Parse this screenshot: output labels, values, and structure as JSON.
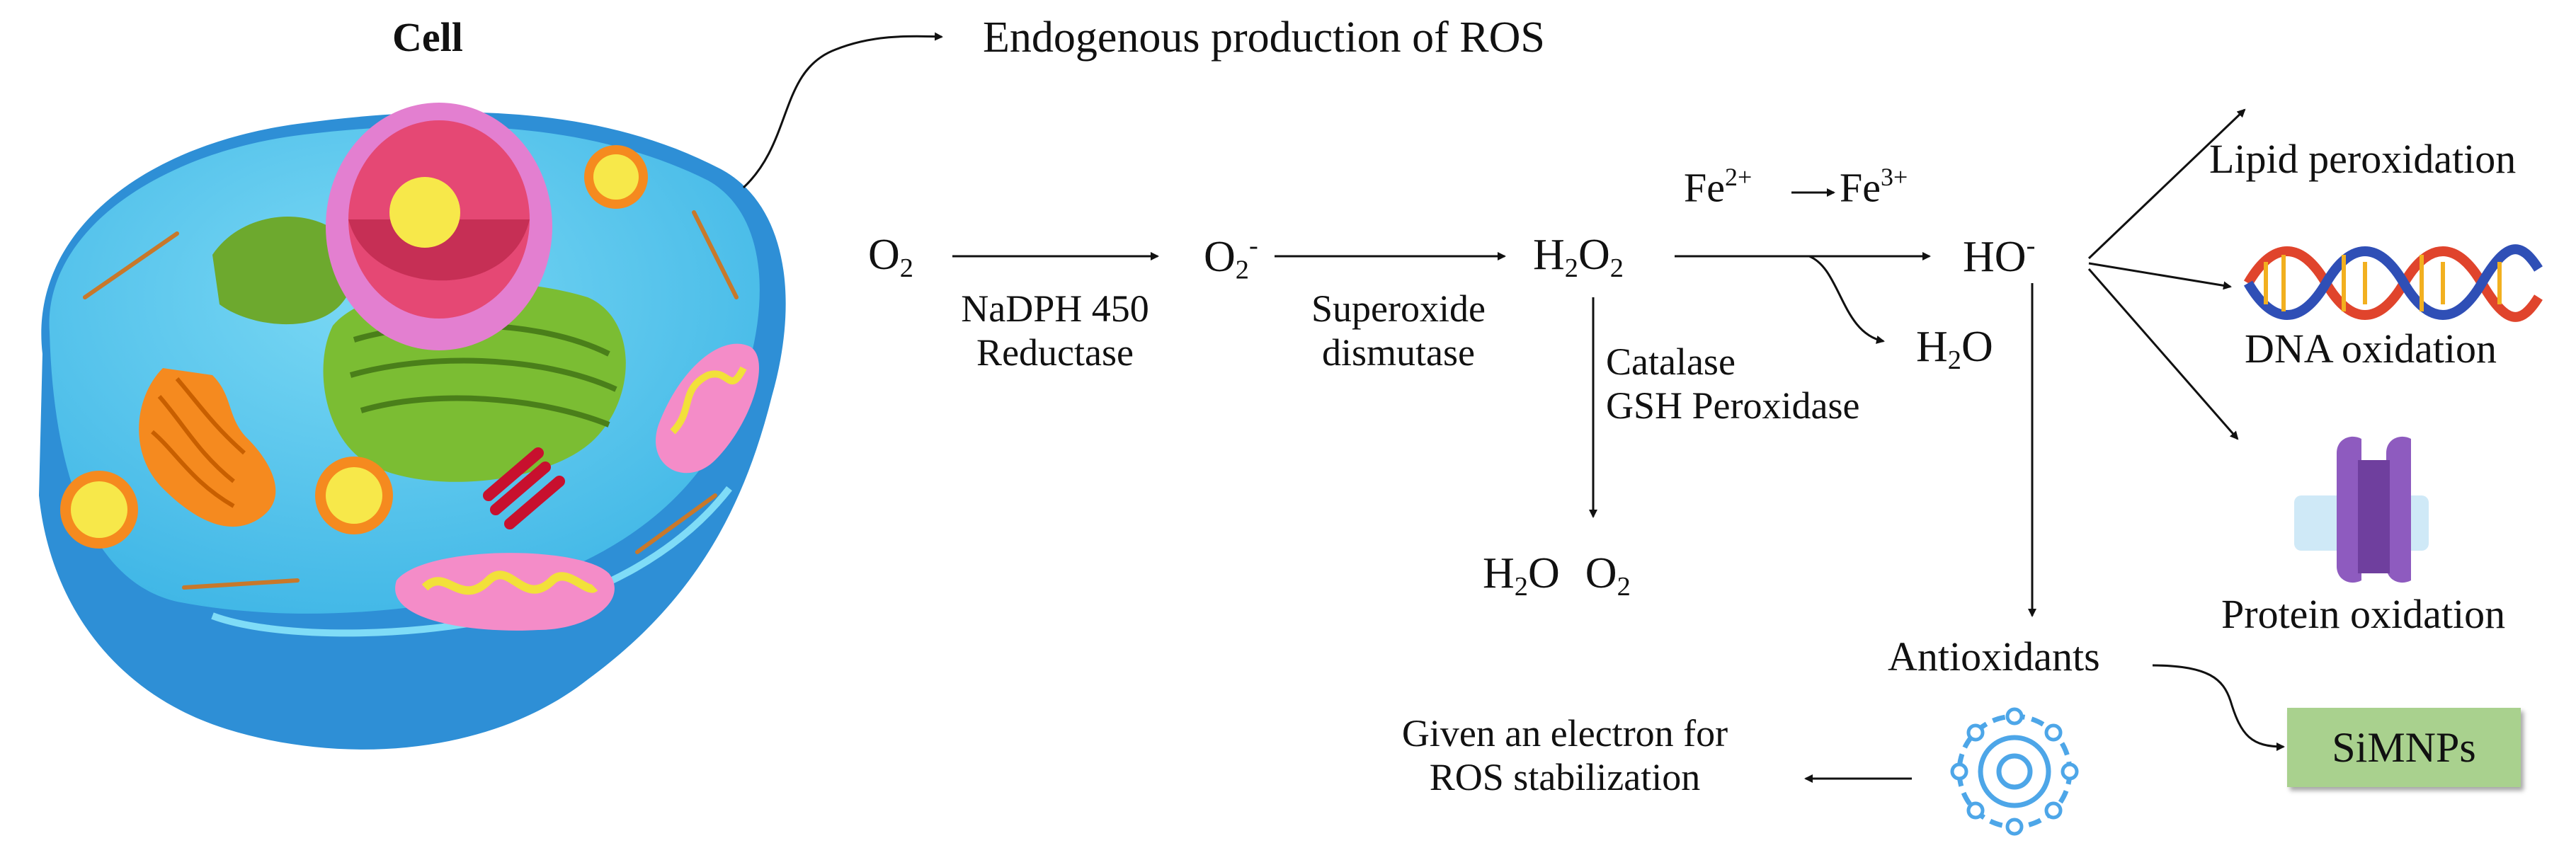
{
  "cell": {
    "title": "Cell"
  },
  "labels": {
    "endogenous": "Endogenous production of ROS",
    "o2_main": "O",
    "o2_main_sub": "2",
    "superoxide_main": "O",
    "superoxide_sub": "2",
    "superoxide_sup": "-",
    "h2o2_h": "H",
    "h2o2_sub1": "2",
    "h2o2_o": "O",
    "h2o2_sub2": "2",
    "nadph_line1": "NaDPH 450",
    "nadph_line2": "Reductase",
    "sod_line1": "Superoxide",
    "sod_line2": "dismutase",
    "fe_a": "Fe",
    "fe_a_sup": "2+",
    "fe_b": "Fe",
    "fe_b_sup": "3+",
    "hydroxyl": "HO",
    "hydroxyl_sup": "-",
    "h2o_branch_h": "H",
    "h2o_branch_sub": "2",
    "h2o_branch_o": "O",
    "catalase": "Catalase",
    "gsh": "GSH Peroxidase",
    "products_h": "H",
    "products_h_sub": "2",
    "products_o": "O",
    "products_o2": "O",
    "products_o2_sub": "2",
    "lipid": "Lipid peroxidation",
    "dna": "DNA oxidation",
    "protein": "Protein oxidation",
    "antioxidants": "Antioxidants",
    "electron_line1": "Given an electron for",
    "electron_line2": "ROS stabilization",
    "simnps": "SiMNPs"
  },
  "colors": {
    "membrane_outer": "#2e8fd6",
    "cytoplasm": "#5cc8ec",
    "nucleus_envelope": "#e37fd0",
    "nucleolus": "#f7e84a",
    "golgi": "#6da92e",
    "mitochondria": "#f48cc8",
    "er": "#f58a1f",
    "dna_strand_a": "#e0442c",
    "dna_strand_b": "#2f4fb6",
    "protein": "#8e5bbf",
    "atom": "#4da6e8",
    "simnps_box": "#a9d18e"
  },
  "icons": [
    "cell-illustration",
    "dna-helix-icon",
    "protein-channel-icon",
    "atom-icon"
  ]
}
